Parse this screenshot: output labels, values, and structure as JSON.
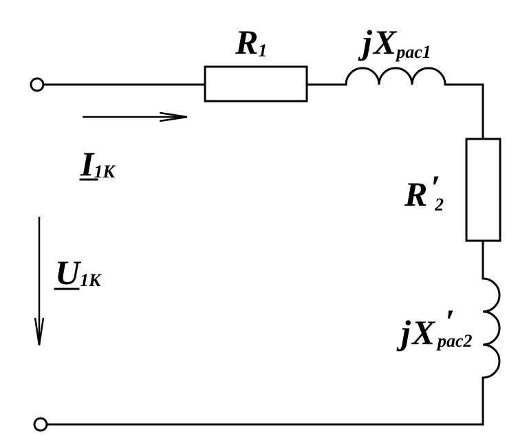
{
  "labels": {
    "r1": {
      "main": "R",
      "sub": "1"
    },
    "jx1": {
      "j": "j",
      "main": "X",
      "sub": "рас1"
    },
    "r2": {
      "main": "R",
      "prime": "′",
      "sub": "2"
    },
    "jx2": {
      "j": "j",
      "main": "X",
      "prime": "′",
      "sub": "рас2"
    },
    "current": {
      "main": "I",
      "sub": "1К"
    },
    "voltage": {
      "main": "U",
      "sub": "1К"
    }
  }
}
